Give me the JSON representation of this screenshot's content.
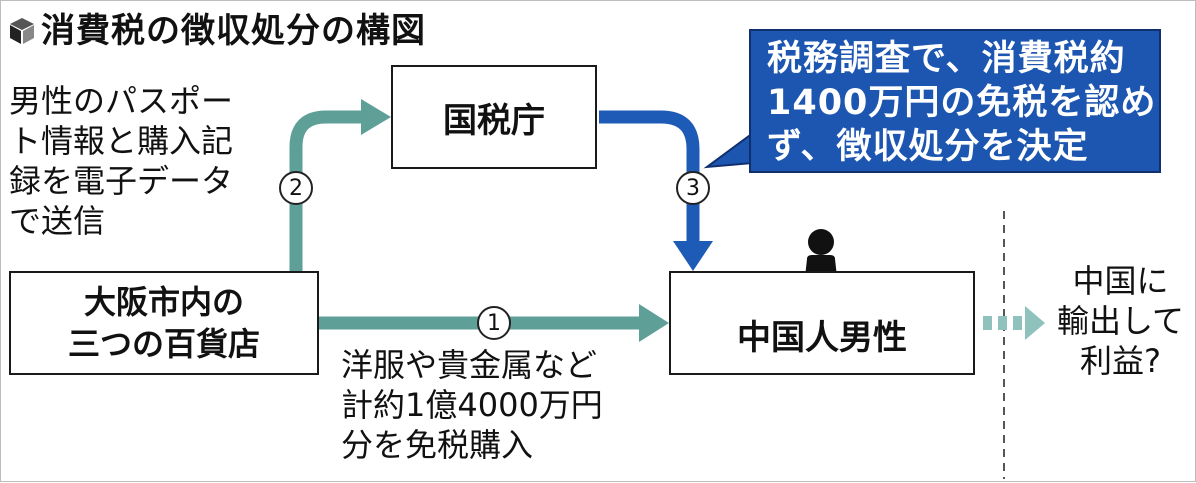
{
  "title": "消費税の徴収処分の構図",
  "nodes": {
    "tax_agency": "国税庁",
    "stores_line1": "大阪市内の",
    "stores_line2": "三つの百貨店",
    "chinese_man": "中国人男性"
  },
  "labels": {
    "step2_lines": [
      "男性のパスポー",
      "ト情報と購入記",
      "録を電子データ",
      "で送信"
    ],
    "step1_lines": [
      "洋服や貴金属など",
      "計約1億4000万円",
      "分を免税購入"
    ],
    "export_lines": [
      "中国に",
      "輸出して",
      "利益?"
    ]
  },
  "callout_lines": [
    "税務調査で、消費税約",
    "1400万円の免税を認め",
    "ず、徴収処分を決定"
  ],
  "steps": {
    "one": "1",
    "two": "2",
    "three": "3"
  },
  "colors": {
    "teal_arrow": "#5e9f98",
    "blue_arrow": "#1e5bb7",
    "callout_bg": "#1d56b0",
    "dashed_arrow": "#8fc2bc"
  },
  "icons": {
    "title_icon": "cube-icon",
    "person": "person-icon"
  }
}
